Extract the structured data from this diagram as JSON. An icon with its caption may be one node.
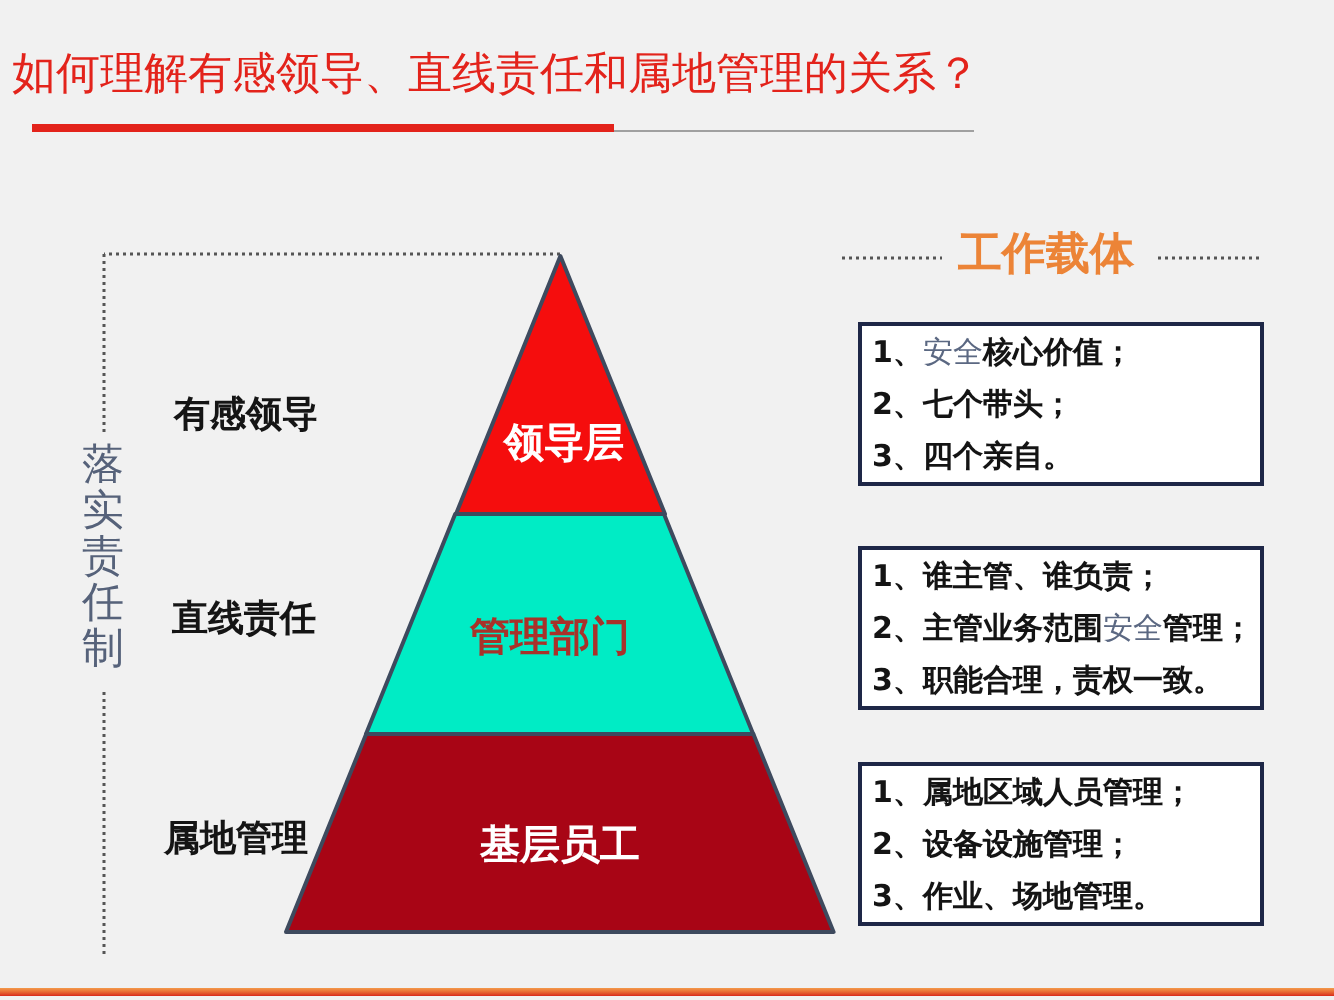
{
  "diagram": {
    "title": "如何理解有感领导、直线责任和属地管理的关系？",
    "nodes": [
      {
        "text": [
          "领导层"
        ]
      },
      {
        "text": [
          "管理部门"
        ]
      },
      {
        "text": [
          "基层员工"
        ]
      },
      {
        "text": [
          "**1、**安全**核心价值；**",
          "2、七个带头；",
          "3、四个亲自。"
        ]
      },
      {
        "text": [
          "1、谁主管、谁负责；",
          "**2、主管业务范围**安全**管理；**",
          "3、职能合理，责权一致。"
        ]
      },
      {
        "text": [
          "1、属地区域人员管理；",
          "2、设备设施管理；",
          "3、作业、场地管理。"
        ]
      }
    ],
    "labels": [
      "工作载体",
      "有感领导",
      "落实责任制",
      "直线责任",
      "属地管理"
    ]
  }
}
